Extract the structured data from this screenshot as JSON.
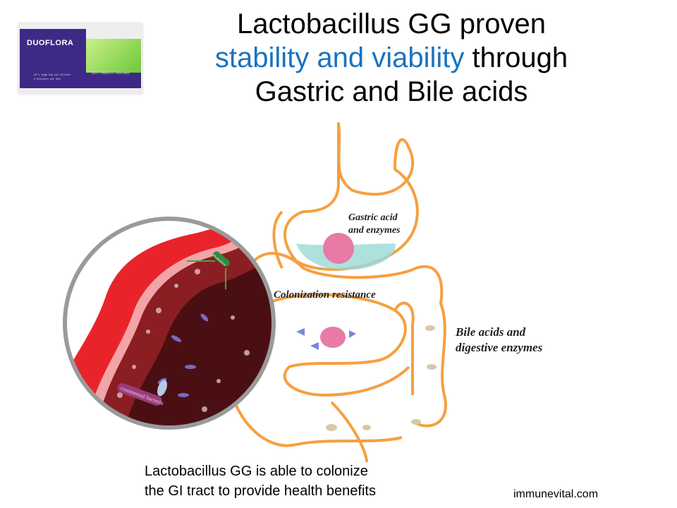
{
  "title": {
    "line1": "Lactobacillus GG proven",
    "highlight": "stability and viability",
    "line2_rest": " through",
    "line3": "Gastric and Bile acids"
  },
  "product": {
    "brand": "DUOFLORA",
    "tagline": "DAILY PROBIOTIC SUPPLEMENT",
    "pack_line1": "10's Vege Cap per Blister",
    "pack_line2": "3 Blisters per Box"
  },
  "labels": {
    "gastric_1": "Gastric acid",
    "gastric_2": "and enzymes",
    "colonization": "Colonization resistance",
    "bile_1": "Bile acids and",
    "bile_2": "digestive enzymes",
    "probiotics": "Probiotics",
    "commensal": "commensal bacteria"
  },
  "caption": {
    "line1": "Lactobacillus GG is able to colonize",
    "line2": "the GI tract to provide health benefits"
  },
  "website": "immunevital.com",
  "colors": {
    "highlight": "#1a73c0",
    "tract": "#f5a040",
    "tissue": "#e8242a",
    "lumen": "#4a0f12"
  }
}
